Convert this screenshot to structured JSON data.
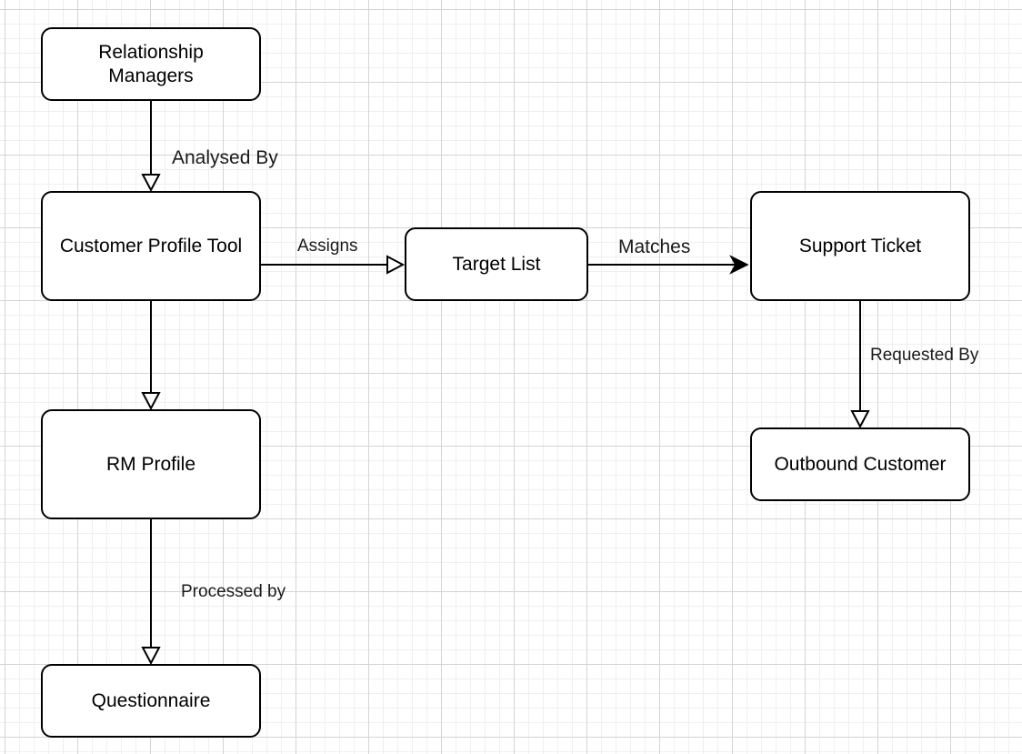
{
  "nodes": {
    "relationship_managers": "Relationship\nManagers",
    "customer_profile_tool": "Customer Profile Tool",
    "target_list": "Target List",
    "support_ticket": "Support Ticket",
    "rm_profile": "RM Profile",
    "outbound_customer": "Outbound Customer",
    "questionnaire": "Questionnaire"
  },
  "edges": {
    "analysed_by": "Analysed By",
    "assigns": "Assigns",
    "matches": "Matches",
    "requested_by": "Requested By",
    "processed_by": "Processed by"
  },
  "colors": {
    "stroke": "#000000",
    "grid_major": "#d4d4d4",
    "grid_minor": "#efefef"
  }
}
